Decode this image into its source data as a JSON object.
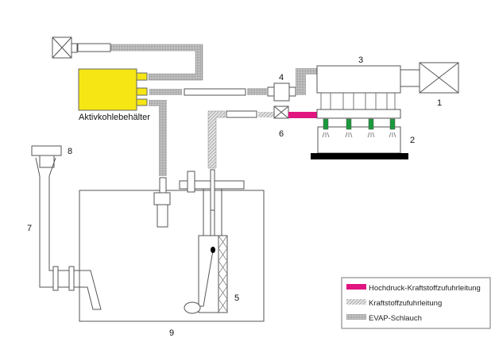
{
  "labels": {
    "canister": "Aktivkohlebehälter",
    "n1": "1",
    "n2": "2",
    "n3": "3",
    "n4": "4",
    "n5": "5",
    "n6": "6",
    "n7": "7",
    "n8": "8",
    "n9": "9"
  },
  "legend": {
    "items": [
      {
        "label": "Hochdruck-Kraftstoffzufuhrleitung",
        "pattern": "solid",
        "color": "#e0157f"
      },
      {
        "label": "Kraftstoffzufuhrleitung",
        "pattern": "diagonal-hatch",
        "color": "#888888"
      },
      {
        "label": "EVAP-Schlauch",
        "pattern": "crosshatch",
        "color": "#888888"
      }
    ]
  },
  "colors": {
    "canister": "#f5e614",
    "injector": "#1a9a3c",
    "high_pressure_line": "#e0157f",
    "engine_base": "#000000"
  }
}
